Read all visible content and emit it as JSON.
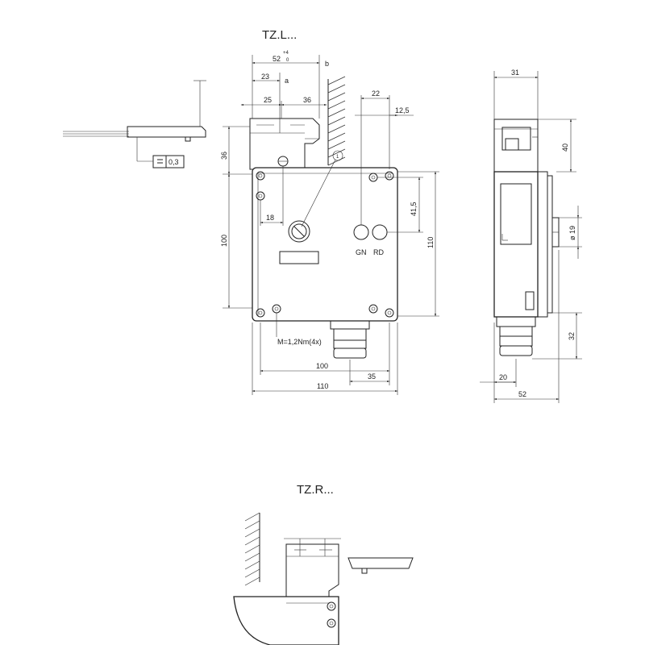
{
  "titles": {
    "top": "TZ.L...",
    "bottom": "TZ.R..."
  },
  "front_view": {
    "dim_52": "52",
    "tol_plus": "+4",
    "tol_zero": "0",
    "ref_b": "b",
    "dim_23": "23",
    "ref_a": "a",
    "dim_25": "25",
    "dim_36_top": "36",
    "dim_22": "22",
    "dim_12_5": "12,5",
    "dim_36_left": "36",
    "dim_18": "18",
    "dim_41_5": "41,5",
    "dim_100_left": "100",
    "dim_110_right": "110",
    "callout_1": "1",
    "led_gn": "GN",
    "led_rd": "RD",
    "torque": "M=1,2Nm(4x)",
    "dim_100_bottom": "100",
    "dim_35": "35",
    "dim_110_bottom": "110"
  },
  "actuator_view": {
    "tolerance_value": "0,3"
  },
  "side_view": {
    "dim_31": "31",
    "dim_40": "40",
    "dim_dia19": "ø 19",
    "dim_32": "32",
    "dim_20": "20",
    "dim_52": "52"
  }
}
